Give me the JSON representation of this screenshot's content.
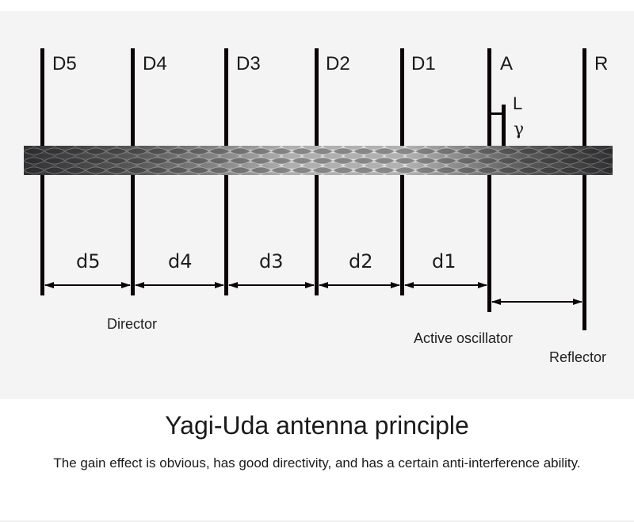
{
  "diagram": {
    "elements": [
      {
        "id": "D5",
        "label": "D5"
      },
      {
        "id": "D4",
        "label": "D4"
      },
      {
        "id": "D3",
        "label": "D3"
      },
      {
        "id": "D2",
        "label": "D2"
      },
      {
        "id": "D1",
        "label": "D1"
      },
      {
        "id": "A",
        "label": "A"
      },
      {
        "id": "R",
        "label": "R"
      }
    ],
    "feed": {
      "label_top": "L",
      "label_bottom": "γ"
    },
    "spacings": [
      {
        "label": "d5"
      },
      {
        "label": "d4"
      },
      {
        "label": "d3"
      },
      {
        "label": "d2"
      },
      {
        "label": "d1"
      }
    ],
    "captions": {
      "director": "Director",
      "active": "Active oscillator",
      "reflector": "Reflector"
    },
    "colors": {
      "panel_bg": "#f4f4f4",
      "element": "#0a0406",
      "boom_dark": "#2e2e30",
      "boom_light": "#d0d0d0"
    }
  },
  "title": "Yagi-Uda antenna principle",
  "subtitle": "The gain effect is obvious, has good directivity, and has a certain anti-interference ability."
}
